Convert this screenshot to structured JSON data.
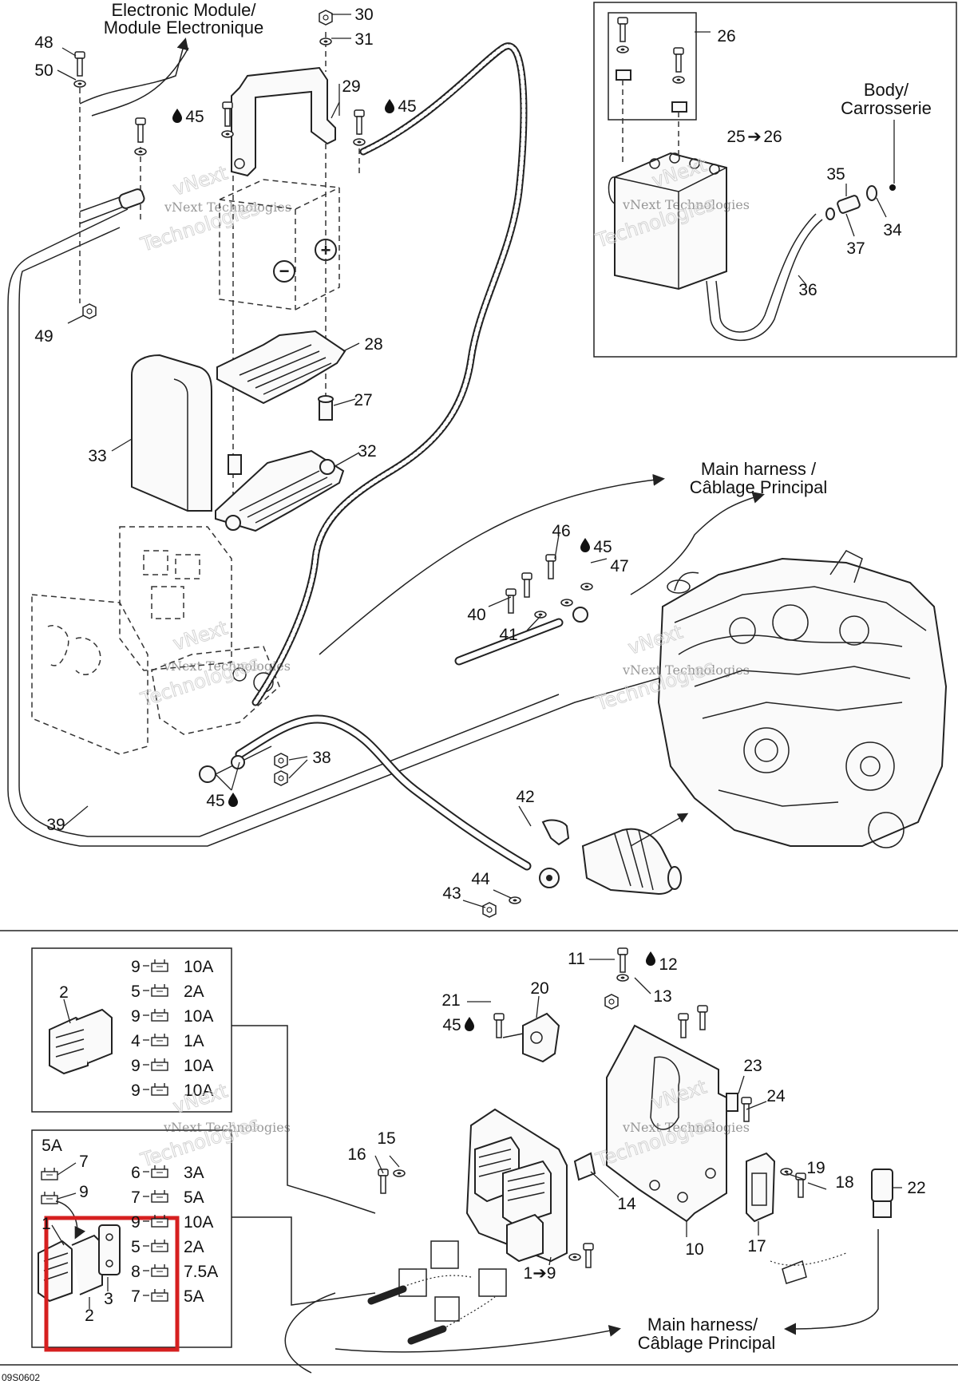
{
  "labels": {
    "electronic_module": "Electronic Module/",
    "module_electronique": "Module Electronique",
    "body": "Body/",
    "carrosserie": "Carrosserie",
    "main_harness_top": "Main harness /",
    "cablage_principal_top": "Câblage Principal",
    "main_harness_bottom": "Main harness/",
    "cablage_principal_bottom": "Câblage Principal",
    "drawing_code": "09S0602"
  },
  "watermark": {
    "line1": "vNext",
    "line2": "vNext Technologies",
    "line3": "Technologies"
  },
  "top_callouts": {
    "n48": "48",
    "n50": "50",
    "n30": "30",
    "n31": "31",
    "n29": "29",
    "n45a": "45",
    "n45b": "45",
    "n49": "49",
    "n28": "28",
    "n27": "27",
    "n33": "33",
    "n32": "32",
    "n26": "26",
    "n25": "25",
    "n26b": "26",
    "n35": "35",
    "n34": "34",
    "n37": "37",
    "n36": "36",
    "n46": "46",
    "n45c": "45",
    "n47": "47",
    "n40": "40",
    "n41": "41",
    "n38": "38",
    "n45d": "45",
    "n39": "39",
    "n42": "42",
    "n44": "44",
    "n43": "43"
  },
  "bottom_callouts": {
    "n11": "11",
    "n12": "12",
    "n13": "13",
    "n20": "20",
    "n21": "21",
    "n45e": "45",
    "n23": "23",
    "n24": "24",
    "n15": "15",
    "n16": "16",
    "n19": "19",
    "n18": "18",
    "n22": "22",
    "n14": "14",
    "n10": "10",
    "n17": "17",
    "n1to9": "1➔9",
    "n2a": "2",
    "n2b": "2",
    "n3": "3",
    "n1": "1",
    "n5A_top": "5A",
    "n7a": "7",
    "n9a": "9"
  },
  "fuse_box_upper": [
    {
      "number": "9",
      "rating": "10A"
    },
    {
      "number": "5",
      "rating": "2A"
    },
    {
      "number": "9",
      "rating": "10A"
    },
    {
      "number": "4",
      "rating": "1A"
    },
    {
      "number": "9",
      "rating": "10A"
    },
    {
      "number": "9",
      "rating": "10A"
    }
  ],
  "fuse_box_lower": [
    {
      "number": "6",
      "rating": "3A"
    },
    {
      "number": "7",
      "rating": "5A"
    },
    {
      "number": "9",
      "rating": "10A"
    },
    {
      "number": "5",
      "rating": "2A"
    },
    {
      "number": "8",
      "rating": "7.5A"
    },
    {
      "number": "7",
      "rating": "5A"
    }
  ],
  "highlight": {
    "color": "#d61f1f",
    "target": "fuse box items 2 and 3"
  },
  "icons": {
    "drop": "drop-icon",
    "arrow": "arrow-icon"
  }
}
